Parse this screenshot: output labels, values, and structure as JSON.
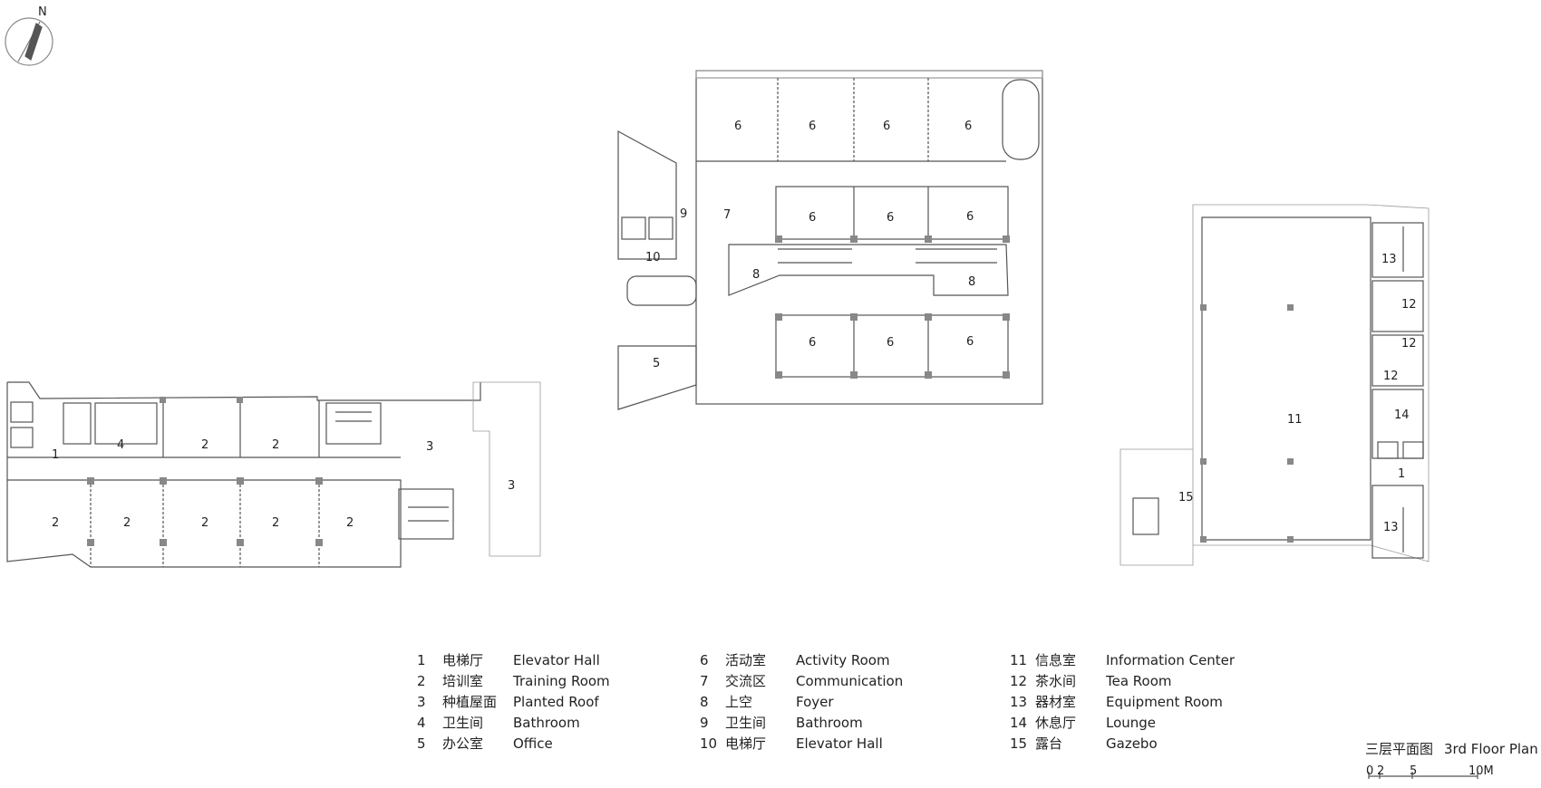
{
  "compass": {
    "north_label": "N"
  },
  "legend": [
    [
      {
        "num": "1",
        "zh": "电梯厅",
        "en": "Elevator Hall"
      },
      {
        "num": "2",
        "zh": "培训室",
        "en": "Training Room"
      },
      {
        "num": "3",
        "zh": "种植屋面",
        "en": "Planted Roof"
      },
      {
        "num": "4",
        "zh": "卫生间",
        "en": "Bathroom"
      },
      {
        "num": "5",
        "zh": "办公室",
        "en": "Office"
      }
    ],
    [
      {
        "num": "6",
        "zh": "活动室",
        "en": "Activity Room"
      },
      {
        "num": "7",
        "zh": "交流区",
        "en": "Communication"
      },
      {
        "num": "8",
        "zh": "上空",
        "en": "Foyer"
      },
      {
        "num": "9",
        "zh": "卫生间",
        "en": "Bathroom"
      },
      {
        "num": "10",
        "zh": "电梯厅",
        "en": "Elevator Hall"
      }
    ],
    [
      {
        "num": "11",
        "zh": "信息室",
        "en": "Information Center"
      },
      {
        "num": "12",
        "zh": "茶水间",
        "en": "Tea Room"
      },
      {
        "num": "13",
        "zh": "器材室",
        "en": "Equipment Room"
      },
      {
        "num": "14",
        "zh": "休息厅",
        "en": "Lounge"
      },
      {
        "num": "15",
        "zh": "露台",
        "en": "Gazebo"
      }
    ]
  ],
  "plan_title": {
    "zh": "三层平面图",
    "en": "3rd  Floor Plan"
  },
  "scale_bar": {
    "labels": [
      "0",
      "2",
      "5",
      "10M"
    ]
  },
  "room_labels": {
    "left": [
      "1",
      "4",
      "2",
      "2",
      "3",
      "3",
      "2",
      "2",
      "2",
      "2",
      "2"
    ],
    "middle": [
      "6",
      "6",
      "6",
      "6",
      "9",
      "7",
      "6",
      "6",
      "6",
      "10",
      "8",
      "8",
      "5",
      "6",
      "6",
      "6"
    ],
    "right": [
      "13",
      "12",
      "12",
      "12",
      "11",
      "14",
      "1",
      "15",
      "13"
    ]
  }
}
